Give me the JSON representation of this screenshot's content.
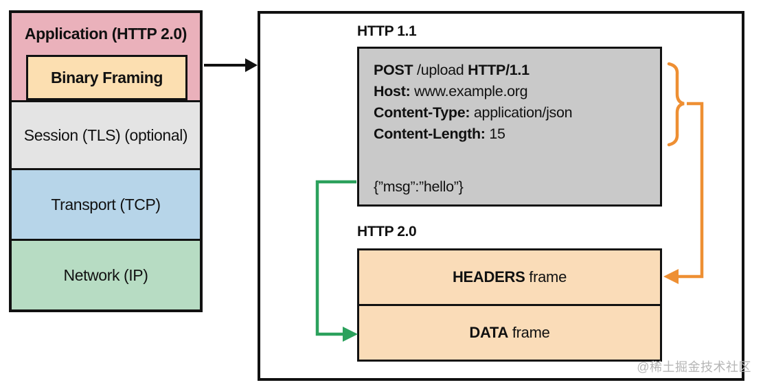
{
  "stack": {
    "layers": [
      {
        "label": "Application (HTTP 2.0)",
        "color": "#eab1bb"
      },
      {
        "label": "Binary Framing",
        "color": "#fcdfb1"
      },
      {
        "label": "Session (TLS) (optional)",
        "color": "#e4e4e4"
      },
      {
        "label": "Transport (TCP)",
        "color": "#b7d5e9"
      },
      {
        "label": "Network (IP)",
        "color": "#b7dcc3"
      }
    ]
  },
  "http11": {
    "label": "HTTP 1.1",
    "request_lines": [
      {
        "b1": "POST",
        "t1": " /upload ",
        "b2": "HTTP/1.1"
      },
      {
        "b1": "Host:",
        "t1": " www.example.org",
        "b2": ""
      },
      {
        "b1": "Content-Type:",
        "t1": " application/json",
        "b2": ""
      },
      {
        "b1": "Content-Length:",
        "t1": " 15",
        "b2": ""
      }
    ],
    "body": "{”msg”:”hello”}"
  },
  "http2": {
    "label": "HTTP 2.0",
    "frames": [
      {
        "b": "HEADERS",
        "t": " frame"
      },
      {
        "b": "DATA",
        "t": " frame"
      }
    ]
  },
  "watermark": "@稀土掘金技术社区",
  "colors": {
    "request_box_bg": "#c9c9c9",
    "frame_bg": "#fadcb8",
    "headers_arrow": "#ee8f33",
    "data_arrow": "#2ba15c",
    "line_black": "#111111",
    "watermark_gray": "#b5b5b5"
  }
}
